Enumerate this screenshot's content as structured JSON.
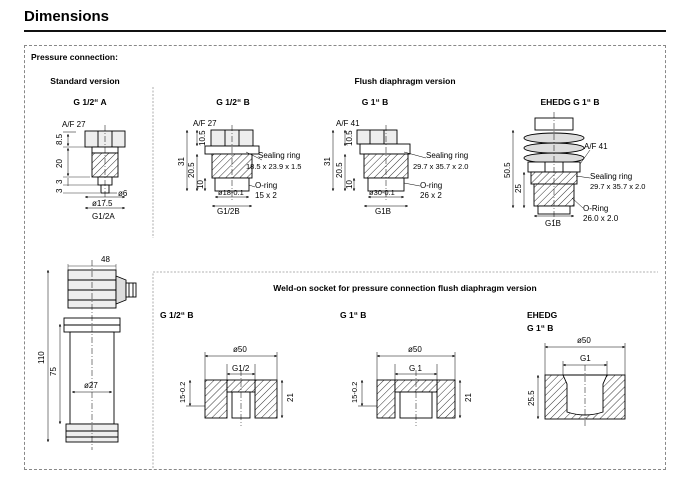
{
  "heading": "Dimensions",
  "pressure_connection": "Pressure connection:",
  "standard_version": "Standard version",
  "flush_version": "Flush diaphragm version",
  "col_headers": [
    "G 1/2“ A",
    "G 1/2“ B",
    "G 1“ B",
    "EHEDG G 1“ B"
  ],
  "weld_title": "Weld-on socket for pressure connection flush diaphragm version",
  "weld_headers": [
    "G 1/2“ B",
    "G 1“ B",
    "EHEDG",
    "G 1“ B"
  ],
  "dims": {
    "d1": [
      "A/F 27",
      "8.5",
      "20",
      "3",
      "3",
      "ø6",
      "ø17.5",
      "G1/2A"
    ],
    "d2": [
      "A/F 27",
      "10.5",
      "31",
      "20.5",
      "10",
      "Sealing ring",
      "18.5 x 23.9 x 1.5",
      "O-ring",
      "15 x 2",
      "ø18-0.1",
      "G1/2B"
    ],
    "d3": [
      "A/F 41",
      "10.5",
      "31",
      "20.5",
      "10",
      "Sealing ring",
      "29.7 x 35.7 x 2.0",
      "O-ring",
      "26 x 2",
      "ø30-0.1",
      "G1B"
    ],
    "d4": [
      "A/F 41",
      "50.5",
      "25",
      "Sealing ring",
      "29.7 x 35.7 x 2.0",
      "O-Ring",
      "26.0 x 2.0",
      "G1B"
    ],
    "d5": [
      "48",
      "110",
      "75",
      "ø27"
    ],
    "w1": [
      "ø50",
      "G1/2",
      "15-0.2",
      "21"
    ],
    "w2": [
      "ø50",
      "G 1",
      "15-0.2",
      "21"
    ],
    "w3": [
      "ø50",
      "G1",
      "25.5"
    ]
  }
}
